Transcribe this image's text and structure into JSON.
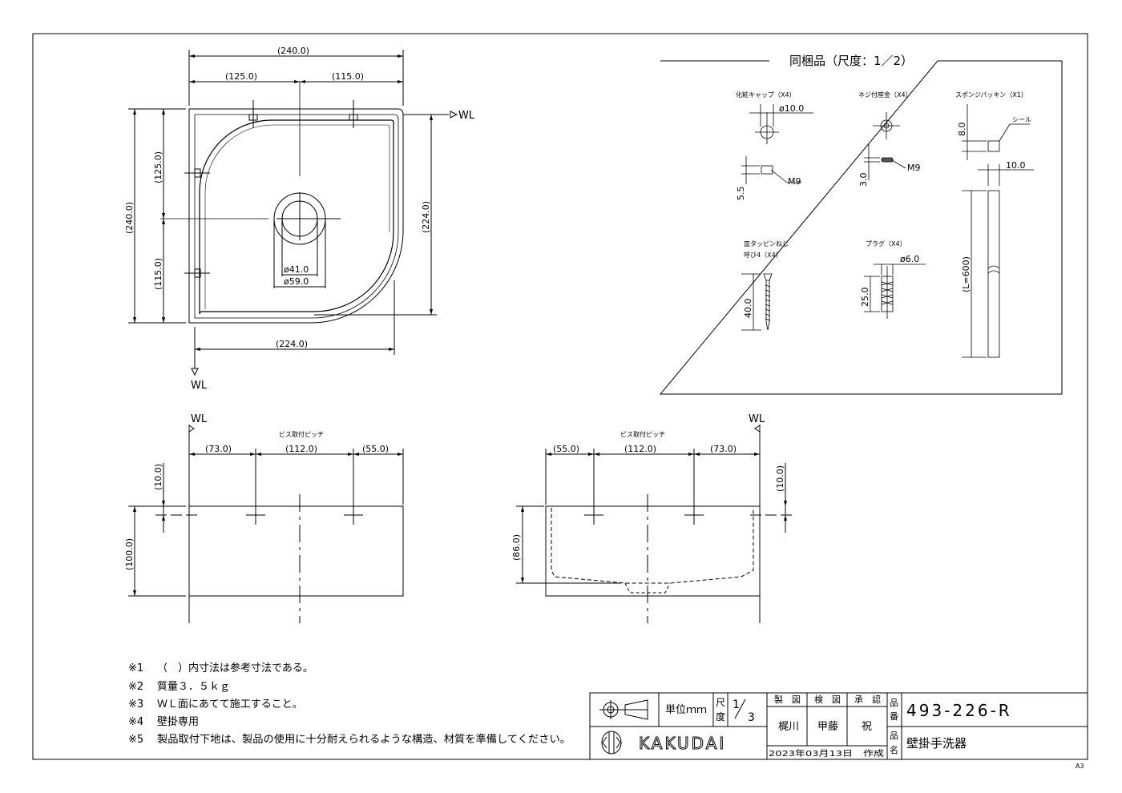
{
  "plan_view": {
    "dims": {
      "width_overall": "(240.0)",
      "left_to_center": "(125.0)",
      "center_to_right": "(115.0)",
      "height_overall": "(240.0)",
      "top_to_center": "(125.0)",
      "center_to_bottom": "(115.0)",
      "inner_height": "(224.0)",
      "inner_width": "(224.0)",
      "drain_inner": "ø41.0",
      "drain_outer": "ø59.0"
    },
    "wl_right": "WL",
    "wl_bottom": "WL"
  },
  "accessories": {
    "title": "同梱品（尺度：1／2）",
    "cap": {
      "label": "化粧キャップ（X4）",
      "diameter": "ø10.0",
      "height": "5.5",
      "thread": "M9"
    },
    "washer": {
      "label": "ネジ付座金（X4）",
      "height": "3.0",
      "thread": "M9"
    },
    "packing": {
      "label": "スポンジパッキン（X1）",
      "thickness": "8.0",
      "width": "10.0",
      "seal": "シール",
      "length": "(L=600)"
    },
    "screw": {
      "label_1": "皿タッピンねじ",
      "label_2": "呼び4（X4）",
      "length": "40.0"
    },
    "plug": {
      "label": "プラグ（X4）",
      "diameter": "ø6.0",
      "length": "25.0"
    }
  },
  "front_left": {
    "wl": "WL",
    "pitch_title": "ビス取付ピッチ",
    "dims": {
      "a": "(73.0)",
      "b": "(112.0)",
      "c": "(55.0)",
      "top": "(10.0)",
      "height": "(100.0)"
    }
  },
  "front_right": {
    "wl": "WL",
    "pitch_title": "ビス取付ピッチ",
    "dims": {
      "a": "(55.0)",
      "b": "(112.0)",
      "c": "(73.0)",
      "top": "(10.0)",
      "depth": "(86.0)"
    }
  },
  "notes": [
    {
      "mark": "※1",
      "text": "（　）内寸法は参考寸法である。"
    },
    {
      "mark": "※2",
      "text": "質量３．５ｋｇ"
    },
    {
      "mark": "※3",
      "text": "ＷＬ面にあてて施工すること。"
    },
    {
      "mark": "※4",
      "text": "壁掛専用"
    },
    {
      "mark": "※5",
      "text": "製品取付下地は、製品の使用に十分耐えられるような構造、材質を準備してください。"
    }
  ],
  "title_block": {
    "unit": "単位ｍｍ",
    "scale_label_1": "尺",
    "scale_label_2": "度",
    "scale_num": "1",
    "scale_den": "3",
    "drawn_label": "製　図",
    "checked_label": "検　図",
    "approved_label": "承　認",
    "drawn_by": "梶川",
    "checked_by": "甲藤",
    "approved_by": "祝",
    "date": "2023年03月13日　作成",
    "part_no_label_1": "品",
    "part_no_label_2": "番",
    "part_no": "493-226-R",
    "name_label_1": "品",
    "name_label_2": "名",
    "product_name": "壁掛手洗器",
    "company": "KAKUDAI",
    "sheet_size": "A3"
  }
}
